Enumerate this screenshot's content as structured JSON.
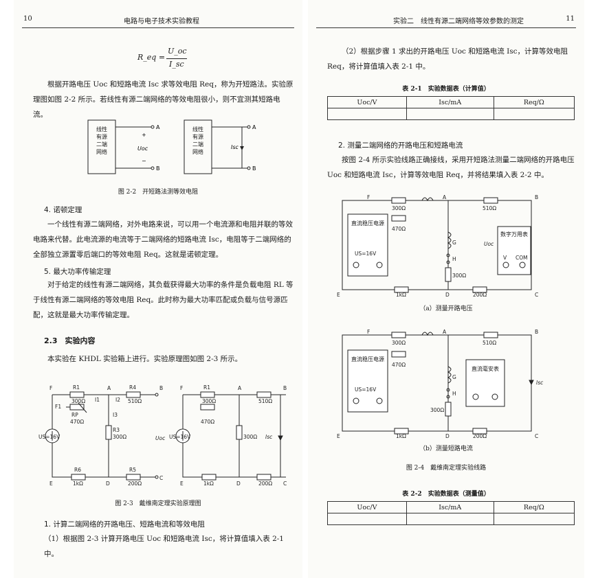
{
  "left_page": {
    "page_number": "10",
    "running_head": "电路与电子技术实验教程",
    "formula": {
      "lhs": "R_eq =",
      "numerator": "U_oc",
      "denominator": "I_sc"
    },
    "para_open_short": "根据开路电压 Uoc 和短路电流 Isc 求等效电阻 Req，称为开短路法。实验原理图如图 2-2 所示。若线性有源二端网络的等效电阻很小，则不宜测其短路电流。",
    "fig_2_2": {
      "box_label": "线性有源二端网络",
      "uoc_label": "Uoc",
      "isc_label": "Isc",
      "term_a": "A",
      "term_b": "B",
      "caption": "图 2-2　开短路法测等效电阻"
    },
    "sec4_title": "4. 诺顿定理",
    "sec4_body": "一个线性有源二端网络，对外电路来说，可以用一个电流源和电阻并联的等效电路来代替。此电流源的电流等于二端网络的短路电流 Isc，电阻等于二端网络的全部独立源置零后端口的等效电阻 Req。这就是诺顿定理。",
    "sec5_title": "5. 最大功率传输定理",
    "sec5_body": "对于给定的线性有源二端网络，其负载获得最大功率的条件是负载电阻 RL 等于线性有源二端网络的等效电阻 Req。此时称为最大功率匹配或负载与信号源匹配，这就是最大功率传输定理。",
    "sec23_title": "2.3　实验内容",
    "sec23_body": "本实验在 KHDL 实验箱上进行。实验原理图如图 2-3 所示。",
    "fig_2_3": {
      "caption": "图 2-3　戴维南定理实验原理图",
      "r1": "R1",
      "r1v": "300Ω",
      "rp": "RP",
      "rpv": "470Ω",
      "r3": "R3",
      "r3v": "300Ω",
      "r4": "R4",
      "r4v": "510Ω",
      "r5": "R5",
      "r5v": "200Ω",
      "r6": "R6",
      "r6v": "1kΩ",
      "us": "US=16V",
      "uoc": "Uoc",
      "isc": "Isc",
      "i1": "I1",
      "i2": "I2",
      "i3": "I3",
      "nodes": {
        "f": "F",
        "a": "A",
        "b": "B",
        "c": "C",
        "d": "D",
        "e": "E",
        "f1": "F1"
      }
    },
    "step1_title": "1. 计算二端网络的开路电压、短路电流和等效电阻",
    "step1_body": "（1）根据图 2-3 计算开路电压 Uoc 和短路电流 Isc，将计算值填入表 2-1 中。"
  },
  "right_page": {
    "page_number": "11",
    "running_head": "实验二　线性有源二端网络等效参数的测定",
    "step2_body": "（2）根据步骤 1 求出的开路电压 Uoc 和短路电流 Isc，计算等效电阻 Req，将计算值填入表 2-1 中。",
    "table1": {
      "caption": "表 2-1　实验数据表（计算值）",
      "headers": [
        "Uoc/V",
        "Isc/mA",
        "Req/Ω"
      ]
    },
    "sec2_title": "2. 测量二端网络的开路电压和短路电流",
    "sec2_body": "按图 2-4 所示实验线路正确接线，采用开短路法测量二端网络的开路电压 Uoc 和短路电流 Isc，计算等效电阻 Req，并将结果填入表 2-2 中。",
    "fig_2_4": {
      "src_label": "直流稳压电源",
      "src_value_a": "US=16V",
      "src_value_b": "US=16V",
      "dmm_label": "数字万用表",
      "v_label": "V",
      "com_label": "COM",
      "ammeter_label": "直流毫安表",
      "sub_a": "（a）测量开路电压",
      "sub_b": "（b）测量短路电流",
      "caption": "图 2-4　戴维南定理实验线路",
      "nodes": {
        "g": "G",
        "h": "H"
      }
    },
    "table2": {
      "caption": "表 2-2　实验数据表（测量值）",
      "headers": [
        "Uoc/V",
        "Isc/mA",
        "Req/Ω"
      ]
    }
  }
}
